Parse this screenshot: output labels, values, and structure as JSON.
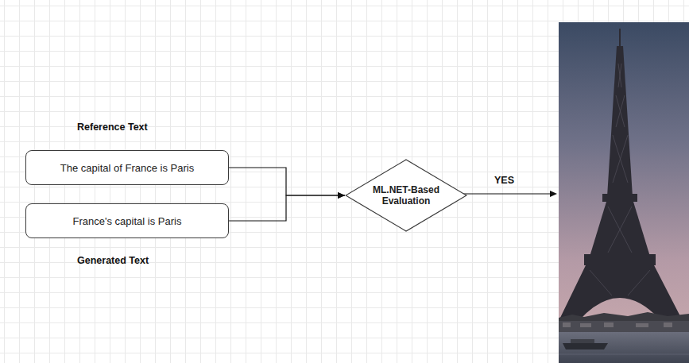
{
  "diagram": {
    "nodes": [
      {
        "text": [
          "Reference Text",
          "The capital of France is Paris"
        ]
      },
      {
        "text": [
          "France's capital is Paris",
          "Generated Text"
        ]
      },
      {
        "text": [
          "ML.NET-Based Evaluation"
        ]
      }
    ],
    "edges": [
      {
        "from": 0,
        "to": 2,
        "arrow": "to"
      },
      {
        "from": 1,
        "to": 2,
        "arrow": "to"
      }
    ],
    "labels": [
      "YES"
    ]
  }
}
